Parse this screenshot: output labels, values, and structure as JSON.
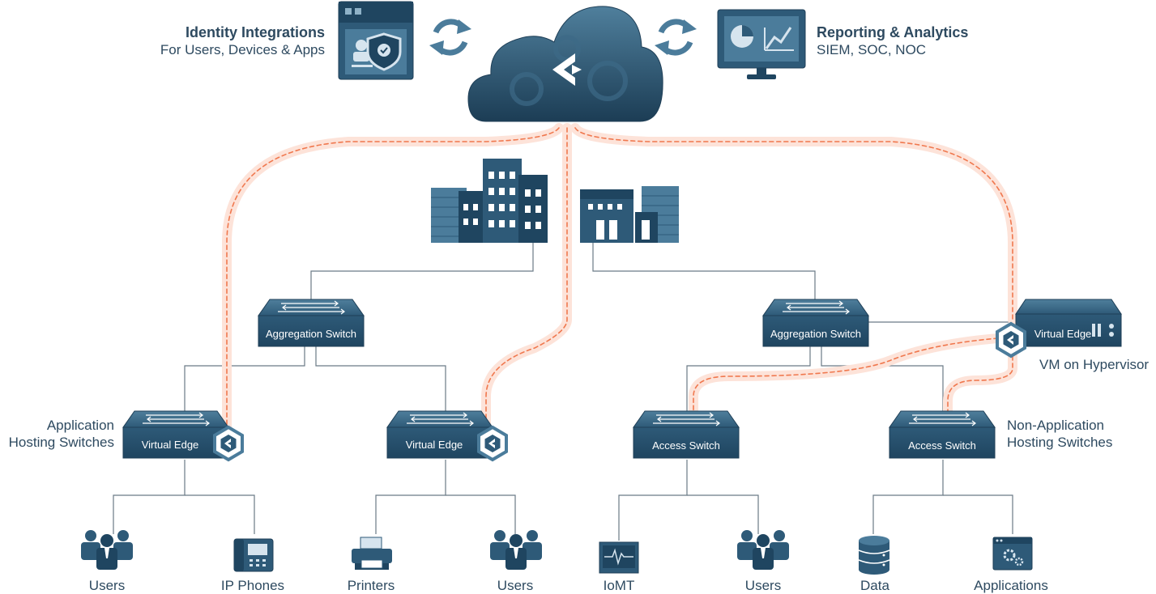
{
  "header": {
    "identity": {
      "title": "Identity Integrations",
      "subtitle": "For Users, Devices & Apps"
    },
    "reporting": {
      "title": "Reporting & Analytics",
      "subtitle": "SIEM, SOC, NOC"
    }
  },
  "switches": {
    "agg_left": "Aggregation Switch",
    "agg_right": "Aggregation Switch",
    "ve_left": "Virtual Edge",
    "ve_mid": "Virtual Edge",
    "access_left": "Access Switch",
    "access_right": "Access Switch",
    "ve_vm": "Virtual Edge"
  },
  "side_labels": {
    "app_hosting": [
      "Application",
      "Hosting Switches"
    ],
    "non_app_hosting": [
      "Non-Application",
      "Hosting Switches"
    ],
    "vm_hypervisor": "VM on Hypervisor"
  },
  "endpoints": [
    "Users",
    "IP Phones",
    "Printers",
    "Users",
    "IoMT",
    "Users",
    "Data",
    "Applications"
  ],
  "colors": {
    "primary": "#2e5a78",
    "dark": "#1f3f57",
    "light": "#4b7c9b",
    "accent_path": "#f0784e",
    "accent_glow": "#fde3d9",
    "text": "#2e4a60"
  }
}
